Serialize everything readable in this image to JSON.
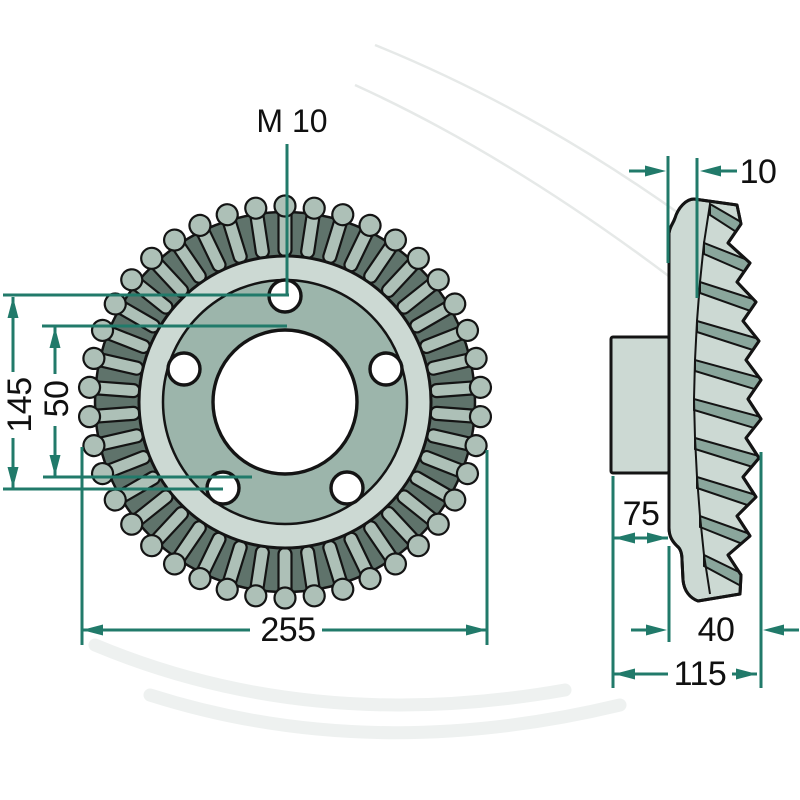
{
  "drawing": {
    "type": "technical-drawing",
    "part": "toothed-wheel-with-bolt-holes",
    "views": [
      "front",
      "side"
    ]
  },
  "colors": {
    "background": "#ffffff",
    "dim": "#217a6a",
    "outline": "#141414",
    "light": "#ccd9d3",
    "face": "#9cb5ab",
    "tooth": "#adc0b7",
    "tooth_dark": "#8aa69c",
    "dark_ring": "#5f736b",
    "watermark_line": "#e6e9e8",
    "watermark_soft": "#eef1f0"
  },
  "front_view": {
    "thread_label": "M 10",
    "dim_height": "145",
    "dim_bore": "50",
    "dim_diameter": "255"
  },
  "side_view": {
    "dim_rim_offset": "10",
    "dim_hub_width": "75",
    "dim_gear_width": "40",
    "dim_total_width": "115"
  }
}
